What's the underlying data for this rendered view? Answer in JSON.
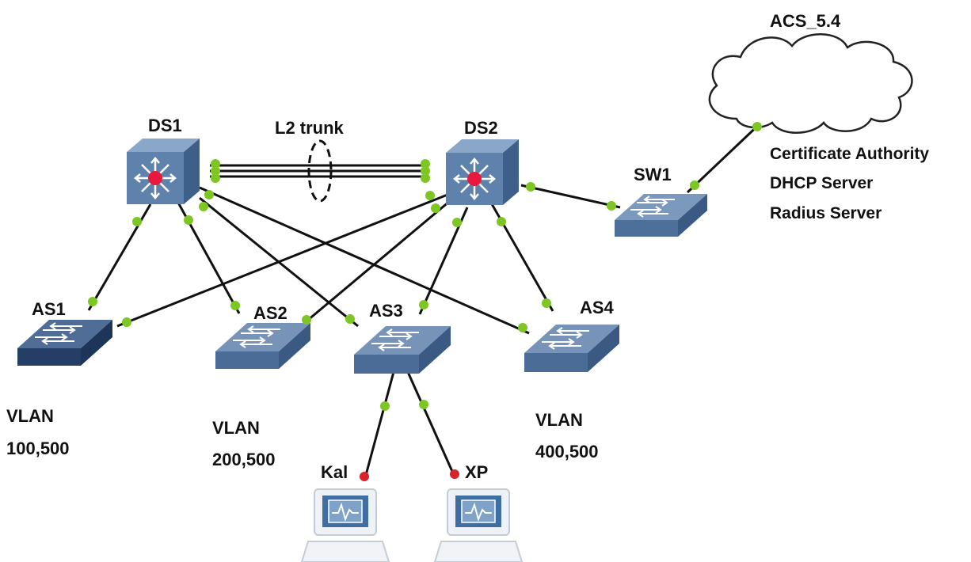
{
  "cloud": {
    "label": "ACS_5.4"
  },
  "services": [
    "Certificate Authority",
    "DHCP Server",
    "Radius Server"
  ],
  "trunk": {
    "label": "L2 trunk"
  },
  "devices": {
    "ds1": "DS1",
    "ds2": "DS2",
    "sw1": "SW1",
    "as1": "AS1",
    "as2": "AS2",
    "as3": "AS3",
    "as4": "AS4",
    "kal": "Kal",
    "xp": "XP"
  },
  "vlans": {
    "as1": {
      "line1": "VLAN",
      "line2": "100,500"
    },
    "as2": {
      "line1": "VLAN",
      "line2": "200,500"
    },
    "as4": {
      "line1": "VLAN",
      "line2": "400,500"
    }
  },
  "colors": {
    "link": "#111111",
    "port_up": "#7dc623",
    "port_host": "#d7242a",
    "switch_top": "#6d8db5",
    "switch_front": "#3e5c85",
    "switch_side": "#2f4a70",
    "core_front": "#5f82ad",
    "core_top": "#8aa6c8",
    "core_side": "#3d5f8a",
    "core_center": "#e8193c",
    "cloud_fill": "#ffffff",
    "cloud_stroke": "#222222"
  }
}
